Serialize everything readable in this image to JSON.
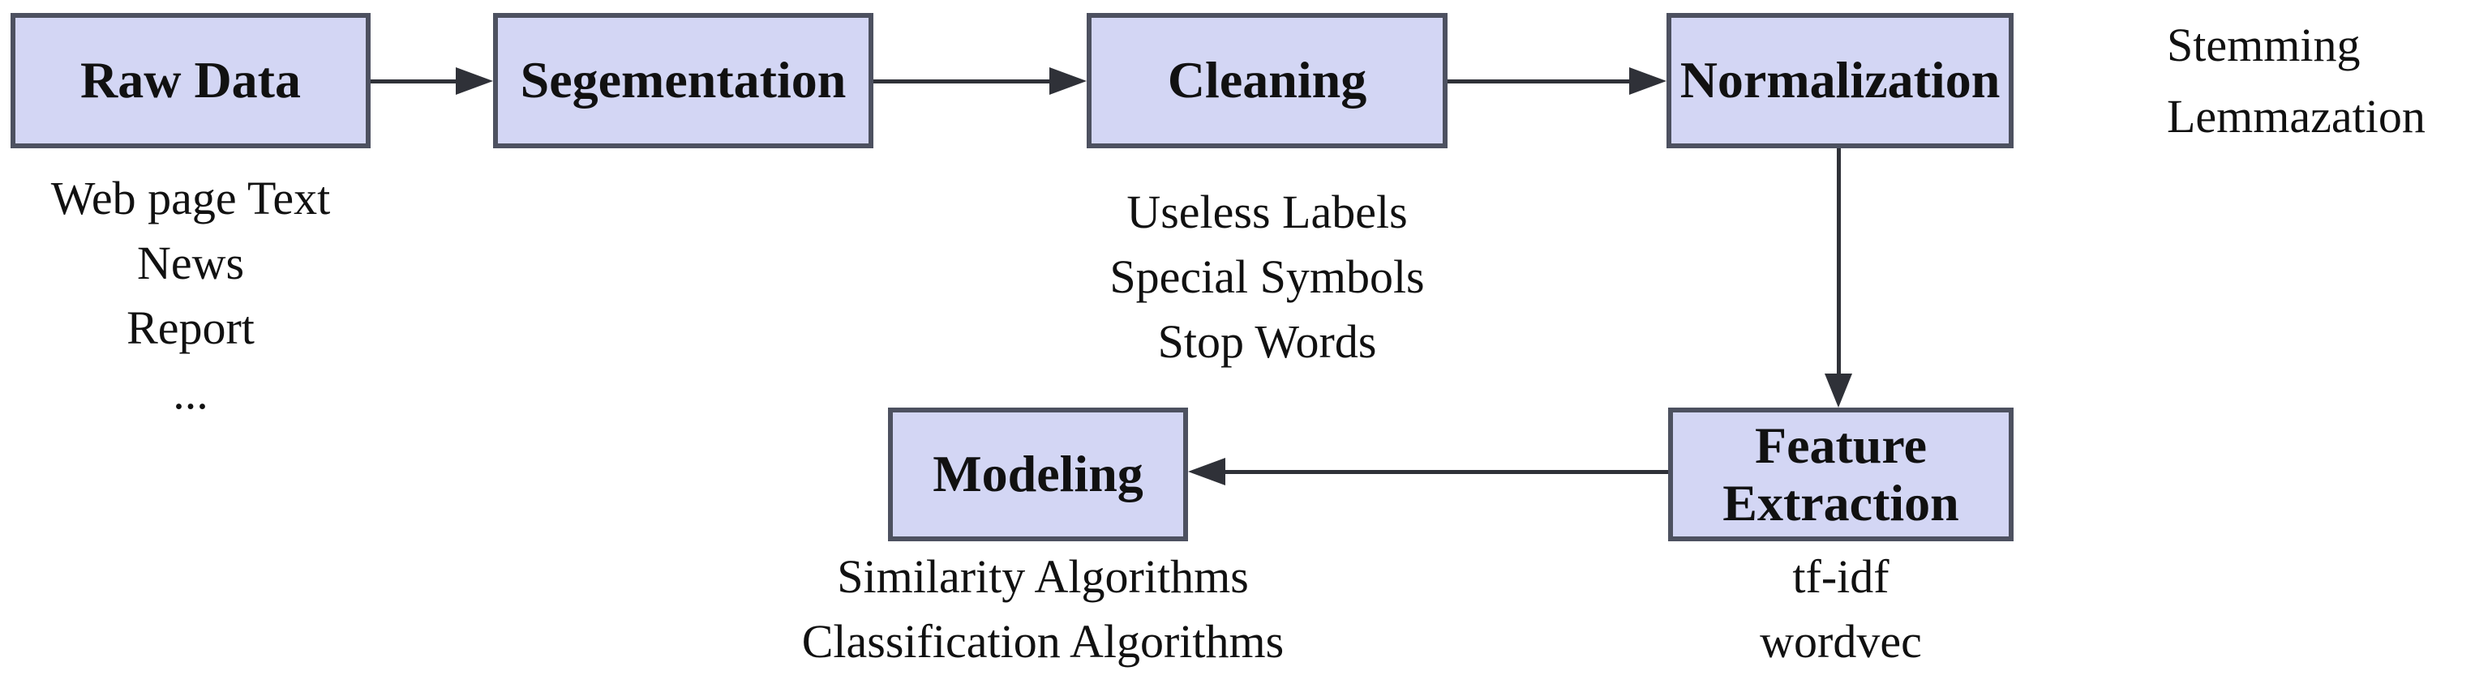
{
  "diagram": {
    "type": "flowchart",
    "colors": {
      "box_fill": "#d3d6f4",
      "box_border": "#4d5160",
      "arrow": "#2f3138",
      "text": "#111111",
      "background": "#ffffff"
    },
    "nodes": [
      {
        "id": "raw-data",
        "label": "Raw Data"
      },
      {
        "id": "segementation",
        "label": "Segementation"
      },
      {
        "id": "cleaning",
        "label": "Cleaning"
      },
      {
        "id": "normalization",
        "label": "Normalization"
      },
      {
        "id": "modeling",
        "label": "Modeling"
      },
      {
        "id": "feature-extraction",
        "label": "Feature Extraction"
      }
    ],
    "annotations": {
      "raw_data": [
        "Web page Text",
        "News",
        "Report",
        "..."
      ],
      "cleaning": [
        "Useless Labels",
        "Special Symbols",
        "Stop Words"
      ],
      "normalization": [
        "Stemming",
        "Lemmazation"
      ],
      "modeling": [
        "Similarity Algorithms",
        "Classification Algorithms"
      ],
      "feature_extraction": [
        "tf-idf",
        "wordvec"
      ]
    },
    "arrows": [
      {
        "from": "Raw Data",
        "to": "Segementation",
        "direction": "right"
      },
      {
        "from": "Segementation",
        "to": "Cleaning",
        "direction": "right"
      },
      {
        "from": "Cleaning",
        "to": "Normalization",
        "direction": "right"
      },
      {
        "from": "Normalization",
        "to": "Feature Extraction",
        "direction": "down"
      },
      {
        "from": "Feature Extraction",
        "to": "Modeling",
        "direction": "left"
      }
    ]
  }
}
